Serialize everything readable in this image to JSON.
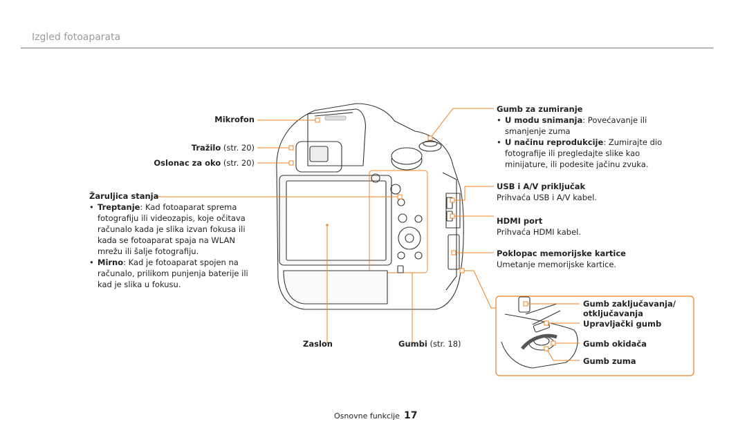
{
  "header": {
    "title": "Izgled fotoaparata"
  },
  "left_labels": {
    "mikrofon": "Mikrofon",
    "trazilo": "Tražilo",
    "trazilo_ref": "(str. 20)",
    "oslonac": "Oslonac za oko",
    "oslonac_ref": "(str. 20)",
    "zaruljica": {
      "title": "Žaruljica stanja",
      "items": [
        {
          "term": "Treptanje",
          "text": ": Kad fotoaparat sprema fotografiju ili videozapis, koje očitava računalo kada je slika izvan fokusa ili kada se fotoaparat spaja na WLAN mrežu ili šalje fotografiju."
        },
        {
          "term": "Mirno",
          "text": ": Kad je fotoaparat spojen na računalo, prilikom punjenja baterije ili kad je slika u fokusu."
        }
      ]
    }
  },
  "bottom_labels": {
    "zaslon": "Zaslon",
    "gumbi": "Gumbi",
    "gumbi_ref": "(str. 18)"
  },
  "right_labels": {
    "zumiranje": {
      "title": "Gumb za zumiranje",
      "items": [
        {
          "term": "U modu snimanja",
          "text": ": Povećavanje ili smanjenje zuma"
        },
        {
          "term": "U načinu reprodukcije",
          "text": ": Zumirajte dio fotografije ili pregledajte slike kao minijature, ili podesite jačinu zvuka."
        }
      ]
    },
    "usb": {
      "title": "USB i A/V priključak",
      "desc": "Prihvaća USB i A/V kabel."
    },
    "hdmi": {
      "title": "HDMI port",
      "desc": "Prihvaća HDMI kabel."
    },
    "memorija": {
      "title": "Poklopac memorijske kartice",
      "desc": "Umetanje memorijske kartice."
    }
  },
  "inset_labels": {
    "zakljucavanje": "Gumb zaključavanja/ otključavanja",
    "upravljacki": "Upravljački gumb",
    "okidac": "Gumb okidača",
    "zum": "Gumb zuma"
  },
  "footer": {
    "section": "Osnovne funkcije",
    "page": "17"
  },
  "colors": {
    "callout": "#f07f1f",
    "line": "#333333",
    "rule": "#7a7a7a"
  }
}
